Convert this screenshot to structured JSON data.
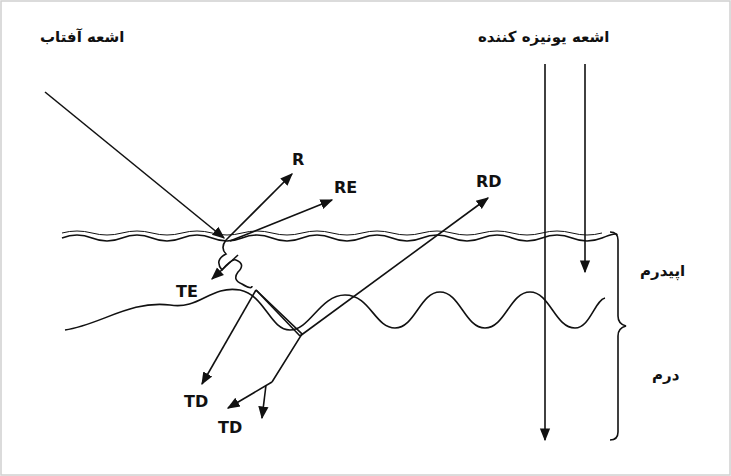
{
  "diagram": {
    "labels": [
      "اشعه آفتاب",
      "اشعه یونیزه کننده",
      "R",
      "RE",
      "RD",
      "TE",
      "TD",
      "TD",
      "اپیدرم",
      "درم"
    ]
  }
}
